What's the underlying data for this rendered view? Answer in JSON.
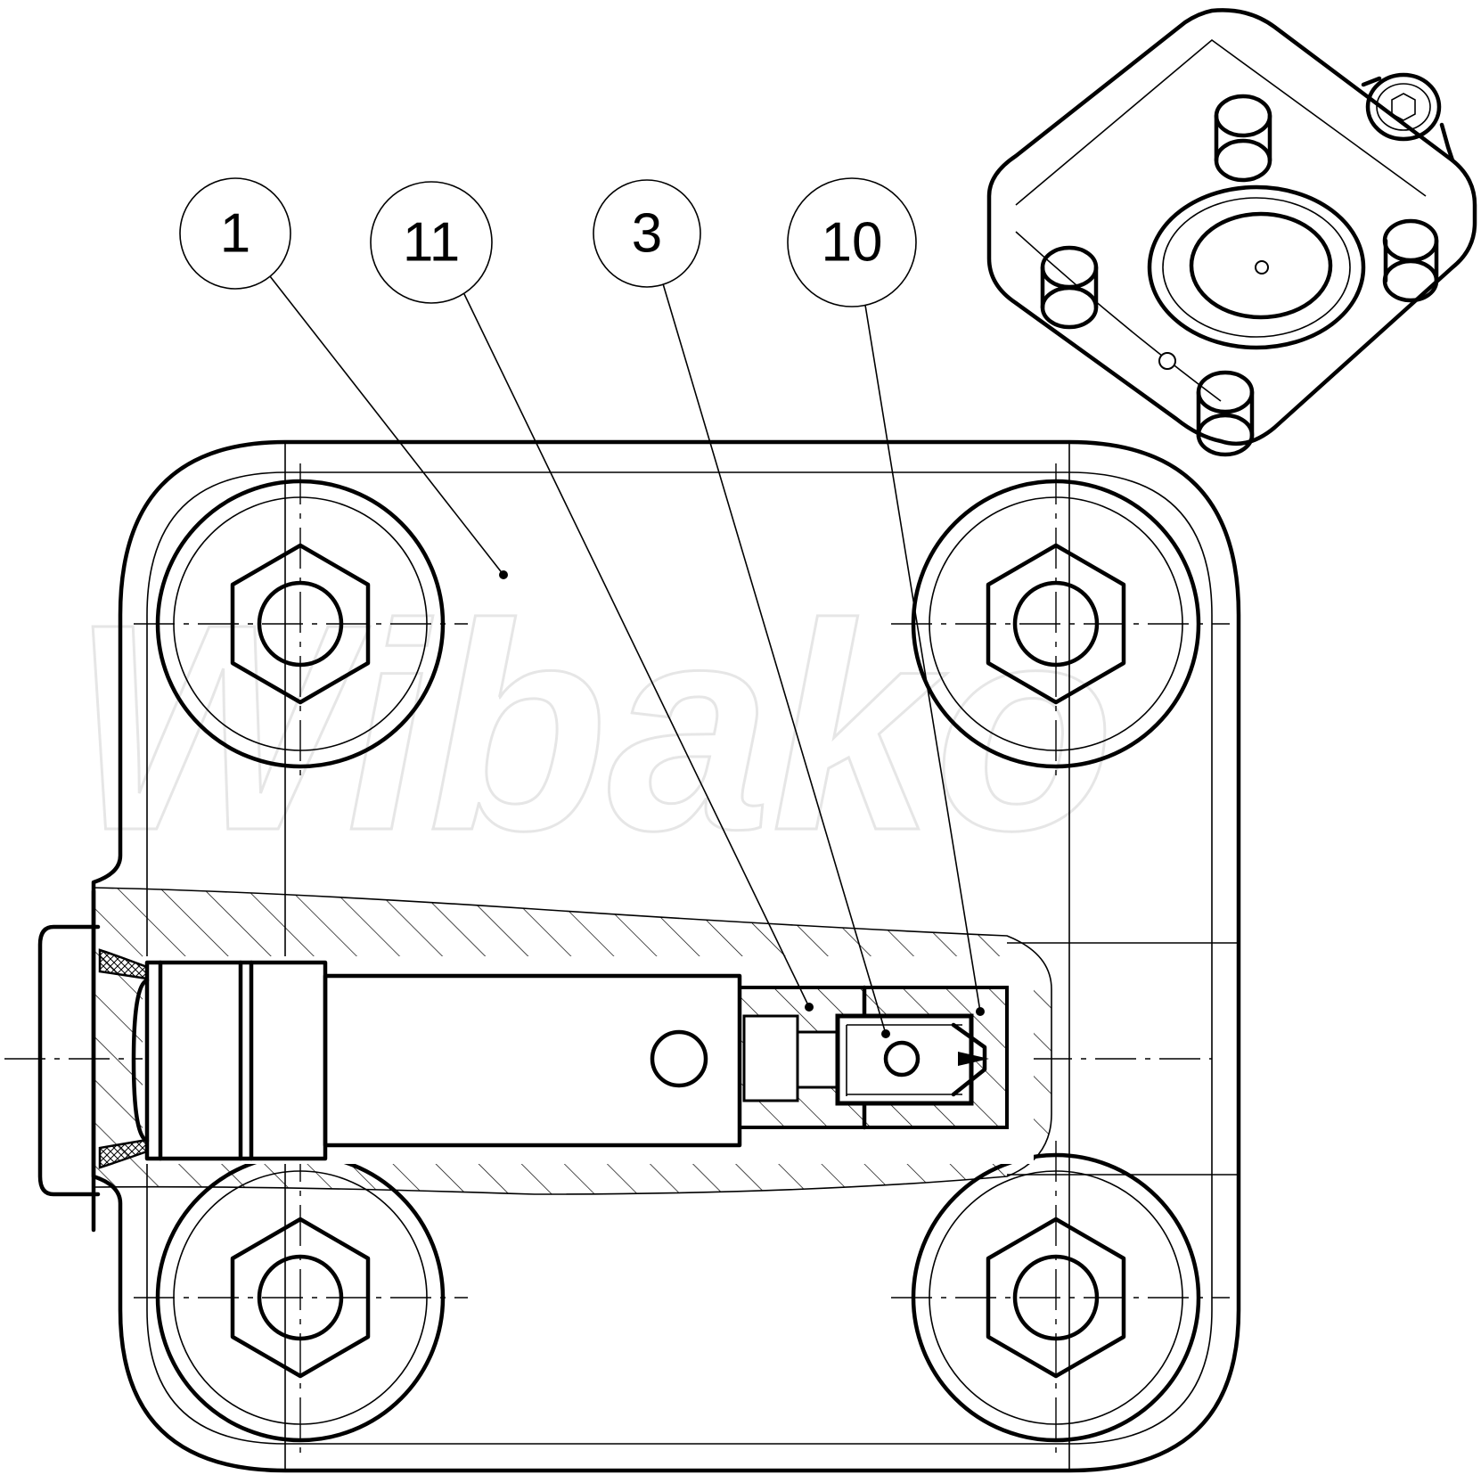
{
  "watermark": {
    "text": "Wibako"
  },
  "balloons": [
    {
      "id": "item-1",
      "label": "1"
    },
    {
      "id": "item-11",
      "label": "11"
    },
    {
      "id": "item-3",
      "label": "3"
    },
    {
      "id": "item-10",
      "label": "10"
    }
  ]
}
